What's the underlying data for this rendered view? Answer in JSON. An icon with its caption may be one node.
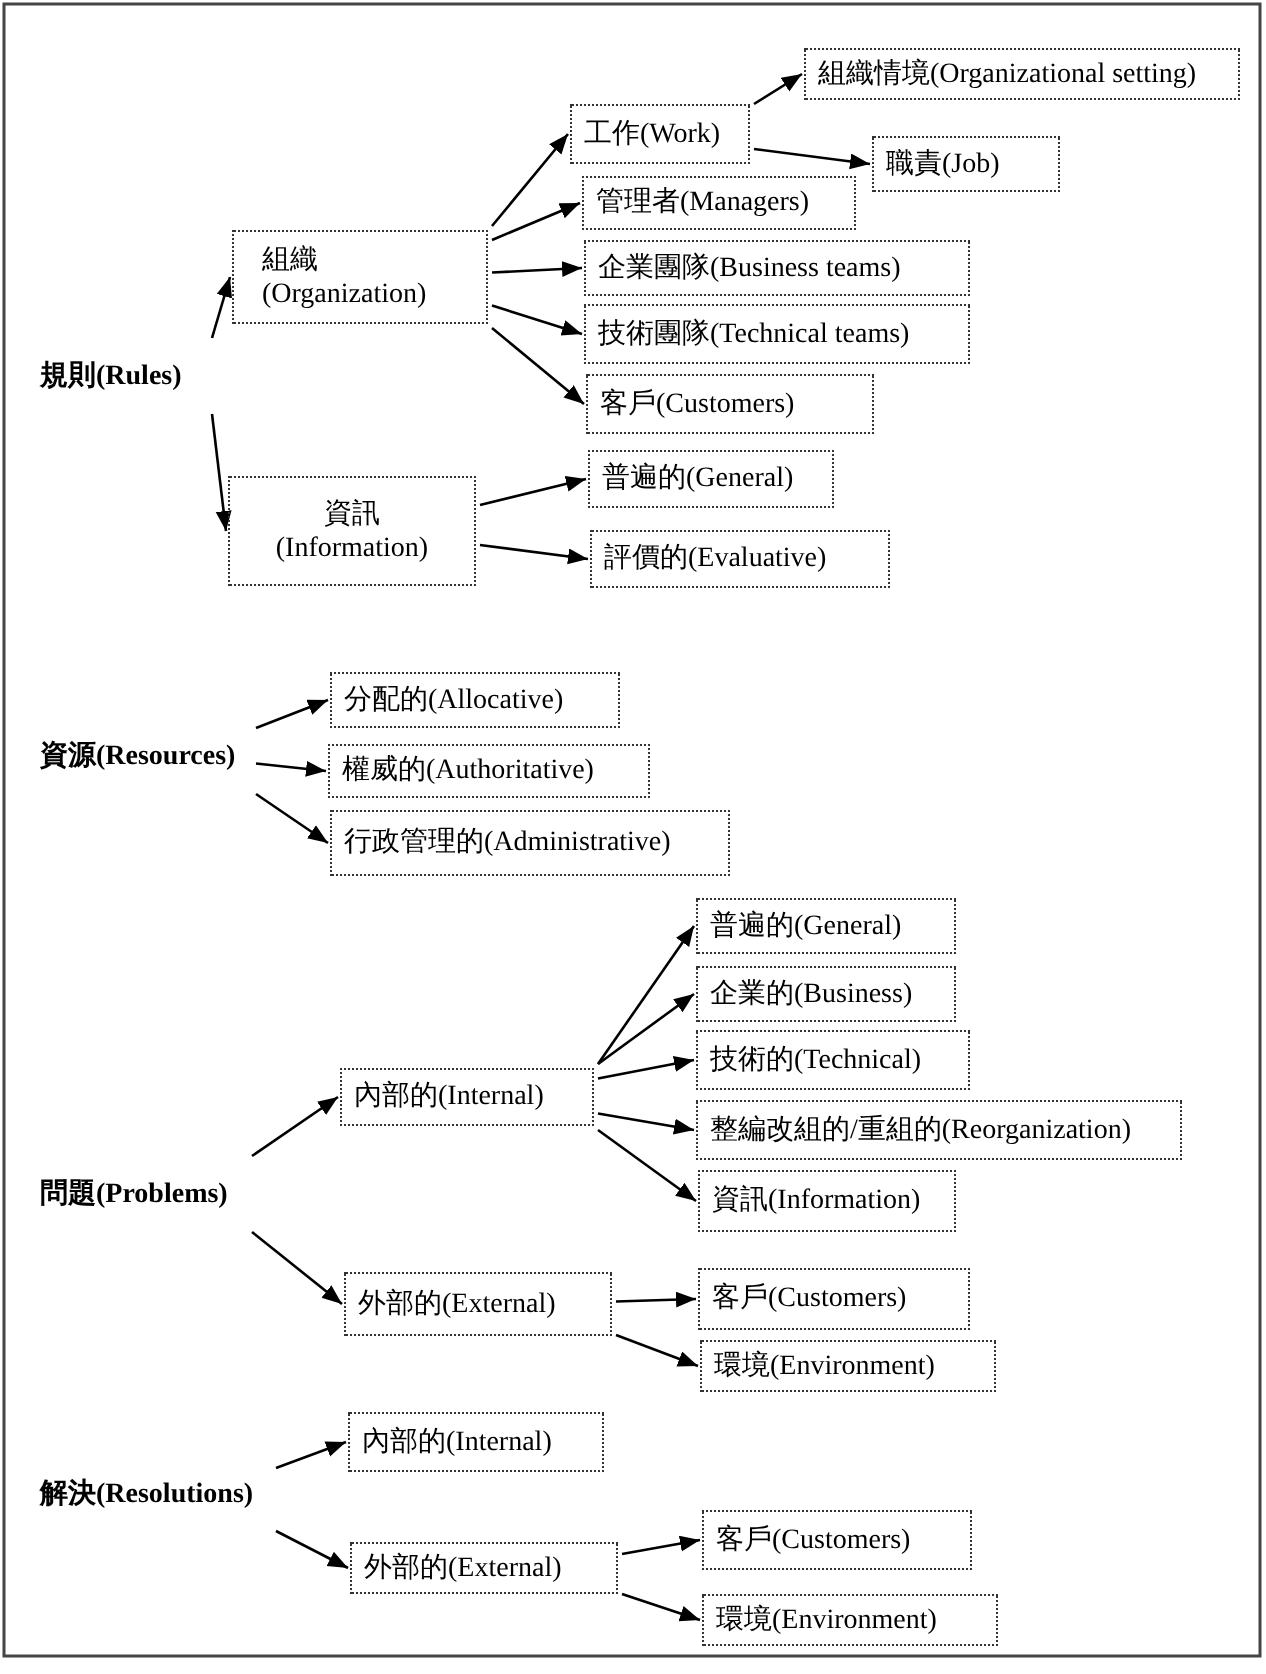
{
  "diagram": {
    "nodes": [
      {
        "text": [
          "規則(Rules)"
        ]
      },
      {
        "text": [
          "組織 (Organization)"
        ]
      },
      {
        "text": [
          "工作(Work)"
        ]
      },
      {
        "text": [
          "組織情境(Organizational setting)"
        ]
      },
      {
        "text": [
          "職責(Job)"
        ]
      },
      {
        "text": [
          "管理者(Managers)"
        ]
      },
      {
        "text": [
          "企業團隊(Business teams)"
        ]
      },
      {
        "text": [
          "技術團隊(Technical teams)"
        ]
      },
      {
        "text": [
          "客戶(Customers)"
        ]
      },
      {
        "text": [
          "資訊 (Information)"
        ]
      },
      {
        "text": [
          "普遍的(General)"
        ]
      },
      {
        "text": [
          "評價的(Evaluative)"
        ]
      },
      {
        "text": [
          "資源(Resources)"
        ]
      },
      {
        "text": [
          "分配的(Allocative)"
        ]
      },
      {
        "text": [
          "權威的(Authoritative)"
        ]
      },
      {
        "text": [
          "行政管理的(Administrative)"
        ]
      },
      {
        "text": [
          "問題(Problems)"
        ]
      },
      {
        "text": [
          "內部的(Internal)"
        ]
      },
      {
        "text": [
          "普遍的(General)"
        ]
      },
      {
        "text": [
          "企業的(Business)"
        ]
      },
      {
        "text": [
          "技術的(Technical)"
        ]
      },
      {
        "text": [
          "整編改組的/重組的(Reorganization)"
        ]
      },
      {
        "text": [
          "資訊(Information)"
        ]
      },
      {
        "text": [
          "外部的(External)"
        ]
      },
      {
        "text": [
          "客戶(Customers)"
        ]
      },
      {
        "text": [
          "環境(Environment)"
        ]
      },
      {
        "text": [
          "解決(Resolutions)"
        ]
      },
      {
        "text": [
          "內部的(Internal)"
        ]
      },
      {
        "text": [
          "外部的(External)"
        ]
      },
      {
        "text": [
          "客戶(Customers)"
        ]
      },
      {
        "text": [
          "環境(Environment)"
        ]
      }
    ],
    "edges": [
      {
        "from": 0,
        "to": 1,
        "arrow": "to"
      },
      {
        "from": 0,
        "to": 9,
        "arrow": "to"
      },
      {
        "from": 1,
        "to": 2,
        "arrow": "to"
      },
      {
        "from": 1,
        "to": 5,
        "arrow": "to"
      },
      {
        "from": 1,
        "to": 6,
        "arrow": "to"
      },
      {
        "from": 1,
        "to": 7,
        "arrow": "to"
      },
      {
        "from": 1,
        "to": 8,
        "arrow": "to"
      },
      {
        "from": 2,
        "to": 3,
        "arrow": "to"
      },
      {
        "from": 2,
        "to": 4,
        "arrow": "to"
      },
      {
        "from": 9,
        "to": 10,
        "arrow": "to"
      },
      {
        "from": 9,
        "to": 11,
        "arrow": "to"
      },
      {
        "from": 12,
        "to": 13,
        "arrow": "to"
      },
      {
        "from": 12,
        "to": 14,
        "arrow": "to"
      },
      {
        "from": 12,
        "to": 15,
        "arrow": "to"
      },
      {
        "from": 16,
        "to": 17,
        "arrow": "to"
      },
      {
        "from": 16,
        "to": 23,
        "arrow": "to"
      },
      {
        "from": 17,
        "to": 18,
        "arrow": "to"
      },
      {
        "from": 17,
        "to": 19,
        "arrow": "to"
      },
      {
        "from": 17,
        "to": 20,
        "arrow": "to"
      },
      {
        "from": 17,
        "to": 21,
        "arrow": "to"
      },
      {
        "from": 17,
        "to": 22,
        "arrow": "to"
      },
      {
        "from": 23,
        "to": 24,
        "arrow": "to"
      },
      {
        "from": 23,
        "to": 25,
        "arrow": "to"
      },
      {
        "from": 26,
        "to": 27,
        "arrow": "to"
      },
      {
        "from": 26,
        "to": 28,
        "arrow": "to"
      },
      {
        "from": 28,
        "to": 29,
        "arrow": "to"
      },
      {
        "from": 28,
        "to": 30,
        "arrow": "to"
      }
    ]
  }
}
